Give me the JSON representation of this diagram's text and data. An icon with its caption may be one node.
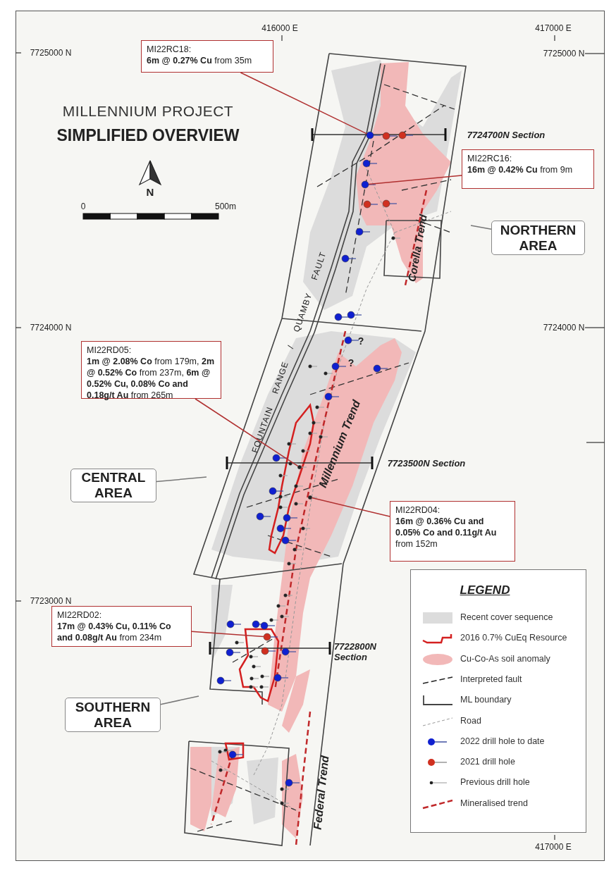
{
  "diagram": {
    "title": "MILLENNIUM PROJECT",
    "nodes": [
      {
        "text": [
          "MI22RC18:",
          "**6m @ 0.27% Cu** from 35m"
        ]
      },
      {
        "text": [
          "MI22RC16:",
          "**16m @ 0.42% Cu** from 9m"
        ]
      },
      {
        "text": [
          "NORTHERN AREA"
        ]
      },
      {
        "text": [
          "MI22RD05:",
          "**1m @ 2.08% Co** from 179m, **2m @ 0.52% Co** from 237m, **6m @ 0.52% Cu, 0.08% Co and 0.18g/t Au** from 265m"
        ]
      },
      {
        "text": [
          "CENTRAL AREA"
        ]
      },
      {
        "text": [
          "MI22RD04:",
          "**16m @ 0.36% Cu and 0.05% Co and 0.11g/t Au** from 152m"
        ]
      },
      {
        "text": [
          "MI22RD02:",
          "**17m @ 0.43% Cu, 0.11% Co and 0.08g/t Au** from 234m"
        ]
      },
      {
        "text": [
          "SOUTHERN AREA"
        ]
      },
      {
        "text": [],
        "shape": "circle"
      },
      {
        "text": [],
        "shape": "circle"
      },
      {
        "text": [],
        "shape": "circle"
      },
      {
        "text": [],
        "shape": "circle"
      },
      {
        "text": [],
        "shape": "circle"
      }
    ],
    "edges": [
      {
        "from": 0,
        "to": 8,
        "arrow": "none"
      },
      {
        "from": 1,
        "to": 9,
        "arrow": "none"
      },
      {
        "from": 2,
        "to": null,
        "arrow": "none"
      },
      {
        "from": 3,
        "to": 10,
        "arrow": "none"
      },
      {
        "from": 4,
        "to": null,
        "arrow": "none"
      },
      {
        "from": 5,
        "to": 11,
        "arrow": "none"
      },
      {
        "from": 6,
        "to": 12,
        "arrow": "none"
      },
      {
        "from": 7,
        "to": null,
        "arrow": "none"
      }
    ],
    "labels": [
      "SIMPLIFIED OVERVIEW",
      "416000 E",
      "417000 E",
      "7725000 N",
      "7725000 N",
      "7724700N Section",
      "N",
      "0",
      "500m",
      "Corella Trend",
      "FOUNTAIN RANGE / QUAMBY FAULT",
      "?",
      "?",
      "7724000 N",
      "7724000 N",
      "7723500N Section",
      "Millennium Trend",
      "7723000 N",
      "LEGEND",
      "7722800N Section",
      "Federal Trend",
      "417000 E"
    ],
    "legend": [
      {
        "text": "Recent cover sequence",
        "color": "#dcdcdc"
      },
      {
        "text": "2016 0.7% CuEq Resource"
      },
      {
        "text": "Cu-Co-As soil anomaly",
        "color": "#f2b8b8"
      },
      {
        "text": "Interpreted fault"
      },
      {
        "text": "ML boundary"
      },
      {
        "text": "Road"
      },
      {
        "text": "2022 drill hole to date"
      },
      {
        "text": "2021 drill hole"
      },
      {
        "text": "Previous drill hole"
      },
      {
        "text": "Mineralised trend"
      }
    ]
  }
}
